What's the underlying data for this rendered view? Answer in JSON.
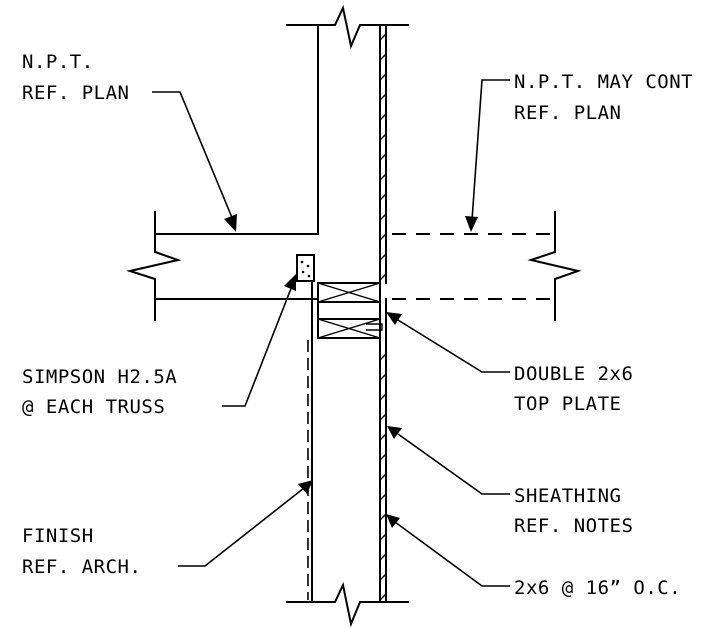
{
  "labels": {
    "npt_left_line1": "N.P.T.",
    "npt_left_line2": "REF. PLAN",
    "npt_right_line1": "N.P.T. MAY CONT",
    "npt_right_line2": "REF. PLAN",
    "simpson_line1": "SIMPSON H2.5A",
    "simpson_line2": "@ EACH TRUSS",
    "top_plate_line1": "DOUBLE 2x6",
    "top_plate_line2": "TOP PLATE",
    "sheathing_line1": "SHEATHING",
    "sheathing_line2": "REF. NOTES",
    "finish_line1": "FINISH",
    "finish_line2": "REF. ARCH.",
    "stud_label": "2x6 @ 16” O.C."
  }
}
